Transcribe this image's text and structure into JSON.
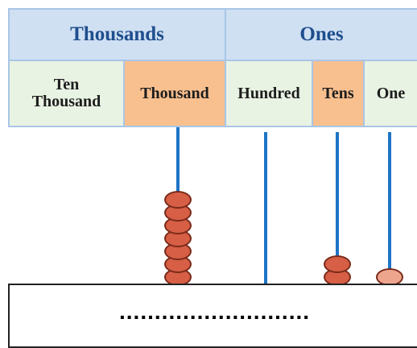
{
  "groups": {
    "thousands": "Thousands",
    "ones": "Ones"
  },
  "columns": [
    {
      "line1": "Ten",
      "line2": "Thousand",
      "beads": 0,
      "color": "#e9f3e4"
    },
    {
      "label": "Thousand",
      "beads": 7,
      "color": "#f9c08f"
    },
    {
      "label": "Hundred",
      "beads": 0,
      "color": "#e9f3e4"
    },
    {
      "label": "Tens",
      "beads": 2,
      "color": "#f9c08f"
    },
    {
      "label": "One",
      "beads": 1,
      "color": "#e9f3e4"
    }
  ],
  "answer_blank": "...........................",
  "colors": {
    "rod": "#1e74c6",
    "bead": "#d65f45",
    "one_bead": "#eea58d",
    "header": "#cfe0f3"
  }
}
